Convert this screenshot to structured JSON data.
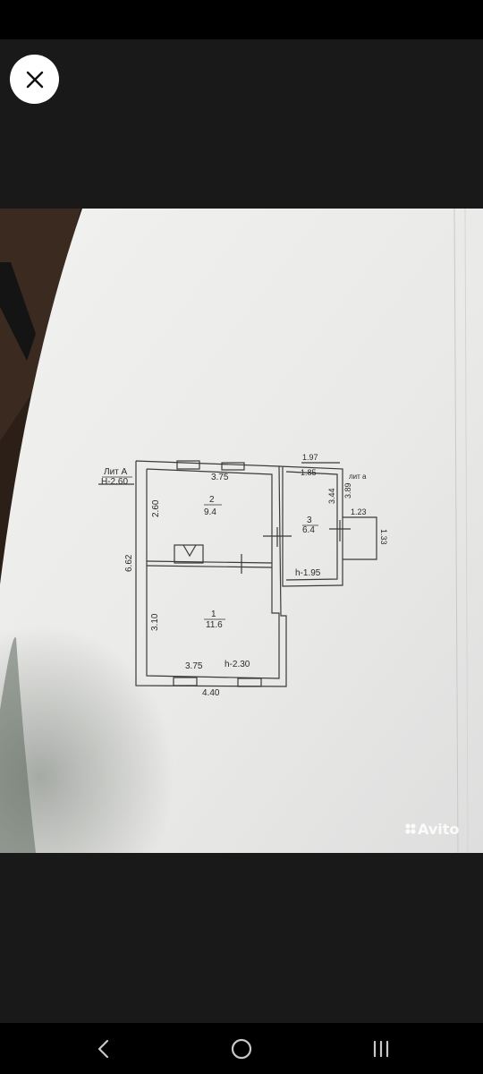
{
  "viewer": {
    "close_icon": "close-icon",
    "watermark": "Avito"
  },
  "floor_plan": {
    "lit_a_label": "Лит А",
    "lit_a_height": "Н-2.60",
    "lit_a_small": "лит а",
    "rooms": [
      {
        "number": "1",
        "area": "11.6"
      },
      {
        "number": "2",
        "area": "9.4"
      },
      {
        "number": "3",
        "area": "6.4"
      }
    ],
    "dims": {
      "top_right_outer": "1.97",
      "top_right_inner": "1.85",
      "room2_width": "3.75",
      "room1_width": "3.75",
      "room1_height_h": "h-2.30",
      "total_width": "4.40",
      "left_total": "6.62",
      "room2_depth": "2.60",
      "room1_depth": "3.10",
      "room3_depth_a": "3.44",
      "room3_depth_b": "3.89",
      "porch_width": "1.23",
      "porch_depth": "1.33",
      "room3_height_h": "h-1.95"
    }
  },
  "nav": {
    "back_icon": "back-icon",
    "home_icon": "home-icon",
    "recents_icon": "recents-icon"
  }
}
